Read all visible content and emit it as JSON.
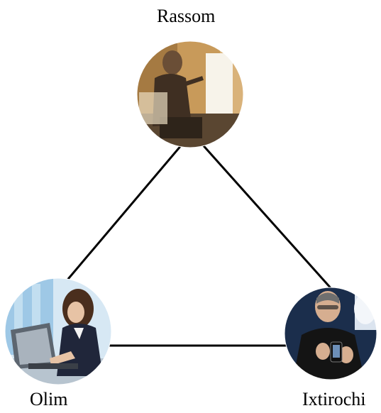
{
  "nodes": [
    {
      "id": "painter",
      "label": "Rassom",
      "icon": "painter-photo"
    },
    {
      "id": "scientist",
      "label": "Olim",
      "icon": "scientist-photo"
    },
    {
      "id": "inventor",
      "label": "Ixtirochi",
      "icon": "inventor-photo"
    }
  ],
  "edges": [
    {
      "from": "painter",
      "to": "scientist"
    },
    {
      "from": "painter",
      "to": "inventor"
    },
    {
      "from": "scientist",
      "to": "inventor"
    }
  ],
  "colors": {
    "line": "#000000",
    "background": "#ffffff"
  }
}
